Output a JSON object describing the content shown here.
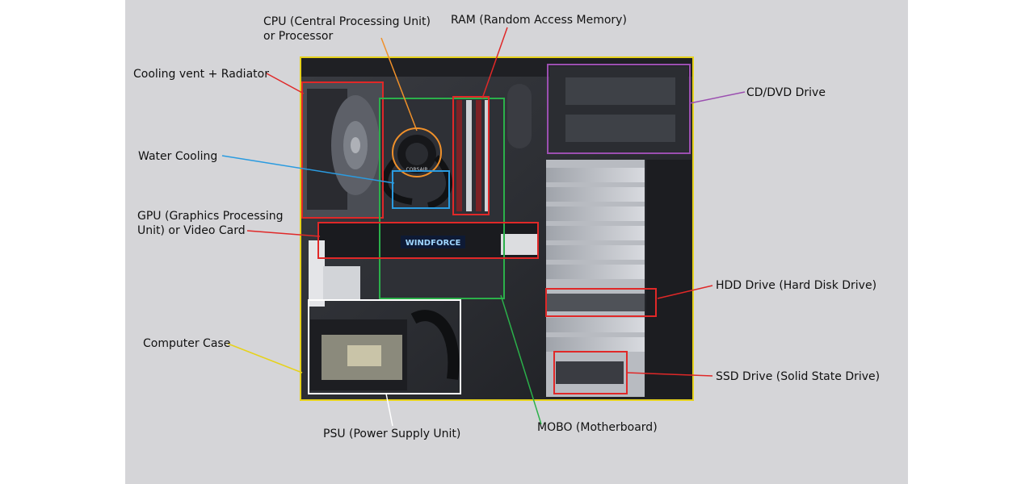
{
  "labels": {
    "cpu": [
      "CPU (Central Processing Unit)",
      "or Processor"
    ],
    "ram": "RAM (Random Access Memory)",
    "cooling_vent": "Cooling vent + Radiator",
    "cd_dvd": "CD/DVD Drive",
    "water_cooling": "Water Cooling",
    "gpu": [
      "GPU (Graphics Processing",
      "Unit) or Video Card"
    ],
    "hdd": "HDD Drive (Hard Disk Drive)",
    "computer_case": "Computer Case",
    "ssd": "SSD Drive (Solid State Drive)",
    "mobo": "MOBO (Motherboard)",
    "psu": "PSU (Power Supply Unit)"
  },
  "photo_text": {
    "gpu_brand": "WINDFORCE",
    "cooler_brand": "CORSAIR"
  },
  "colors": {
    "case": "#e6d21c",
    "cpu": "#f0902a",
    "ram": "#e02828",
    "cooling_vent": "#e02828",
    "cd_dvd": "#9b4fb0",
    "water_cooling": "#2a9be0",
    "gpu": "#e02828",
    "hdd": "#e02828",
    "ssd": "#e02828",
    "mobo": "#2bb04a",
    "psu": "#ffffff"
  }
}
